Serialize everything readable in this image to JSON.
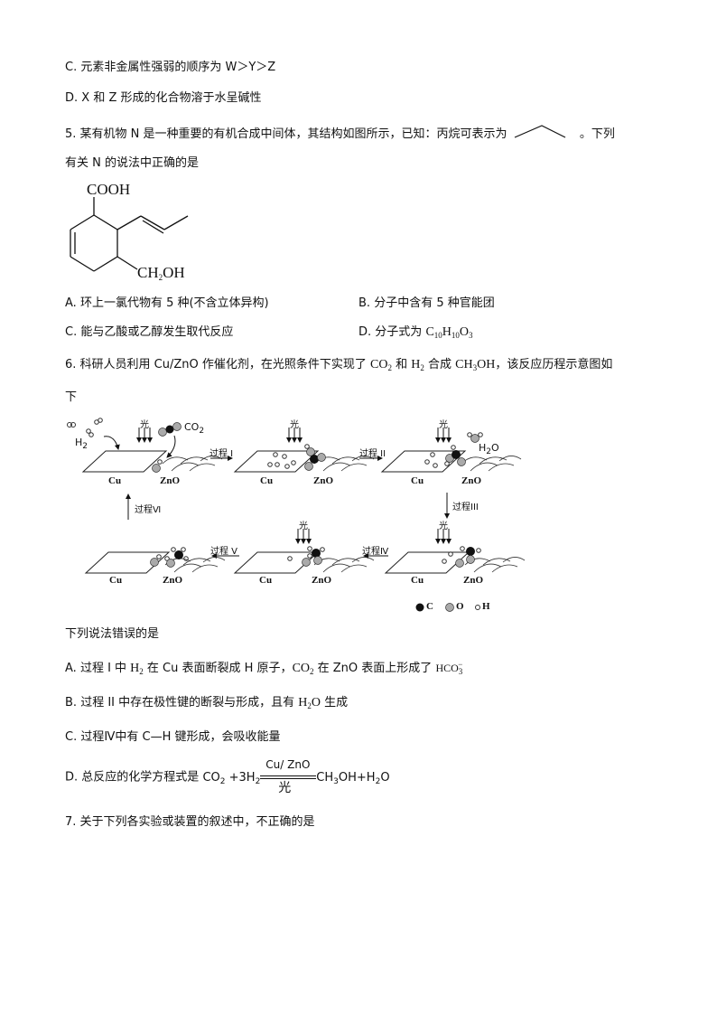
{
  "q4_options": {
    "C": {
      "label": "C.",
      "text": "元素非金属性强弱的顺序为 W＞Y＞Z"
    },
    "D": {
      "label": "D.",
      "text": "X 和 Z 形成的化合物溶于水呈碱性"
    }
  },
  "q5": {
    "number": "5.",
    "stem_part1": "某有机物 N 是一种重要的有机合成中间体，其结构如图所示，已知：丙烷可表示为",
    "stem_part2": "。下列",
    "stem_line2": "有关 N 的说法中正确的是",
    "structure": {
      "top_group": "COOH",
      "bottom_group_prefix": "CH",
      "bottom_group_sub": "2",
      "bottom_group_suffix": "OH"
    },
    "options": {
      "A": {
        "label": "A.",
        "text": "环上一氯代物有 5 种(不含立体异构)"
      },
      "B": {
        "label": "B.",
        "text": "分子中含有 5 种官能团"
      },
      "C": {
        "label": "C.",
        "text": "能与乙酸或乙醇发生取代反应"
      },
      "D": {
        "label": "D.",
        "text_prefix": "分子式为 ",
        "formula": [
          [
            "C",
            "10"
          ],
          [
            "H",
            "10"
          ],
          [
            "O",
            "3"
          ]
        ]
      }
    }
  },
  "q6": {
    "number": "6.",
    "stem_a": "科研人员利用 Cu/ZnO 作催化剂，在光照条件下实现了 ",
    "co2": [
      "CO",
      "2"
    ],
    "and": " 和 ",
    "h2": [
      "H",
      "2"
    ],
    "stem_b": " 合成 ",
    "ch3oh": [
      "CH",
      "3",
      "OH"
    ],
    "stem_c": "，该反应历程示意图如",
    "stem_line2": "下",
    "diagram": {
      "light": "光",
      "cu": "Cu",
      "zno": "ZnO",
      "h2_label": [
        "H",
        "2"
      ],
      "co2_label": [
        "CO",
        "2"
      ],
      "h2o_label": [
        "H",
        "2",
        "O"
      ],
      "processes": [
        "过程 I",
        "过程 II",
        "过程III",
        "过程Ⅳ",
        "过程 V",
        "过程Ⅵ"
      ],
      "legend": [
        {
          "symbol": "filled-black",
          "label": "C"
        },
        {
          "symbol": "filled-gray",
          "label": "O"
        },
        {
          "symbol": "small-hollow",
          "label": "H"
        }
      ]
    },
    "prompt": "下列说法错误的是",
    "options": {
      "A": {
        "label": "A.",
        "t1": "过程 I 中 ",
        "h2": [
          "H",
          "2"
        ],
        "t2": " 在 Cu 表面断裂成 H 原子，",
        "co2": [
          "CO",
          "2"
        ],
        "t3": " 在 ZnO 表面上形成了 ",
        "hco3": [
          "HCO",
          "3",
          "−"
        ]
      },
      "B": {
        "label": "B.",
        "t1": "过程 II 中存在极性键的断裂与形成，且有 ",
        "h2o": [
          "H",
          "2",
          "O"
        ],
        "t2": " 生成"
      },
      "C": {
        "label": "C.",
        "text": "过程Ⅳ中有 C—H 键形成，会吸收能量"
      },
      "D": {
        "label": "D.",
        "t1": "总反应的化学方程式是 ",
        "lhs": [
          "CO",
          "2",
          " +3H",
          "2"
        ],
        "catalyst": "Cu/ ZnO",
        "condition": "光",
        "rhs": [
          "CH",
          "3",
          "OH+H",
          "2",
          "O"
        ]
      }
    }
  },
  "q7": {
    "number": "7.",
    "text": "关于下列各实验或装置的叙述中，不正确的是"
  }
}
